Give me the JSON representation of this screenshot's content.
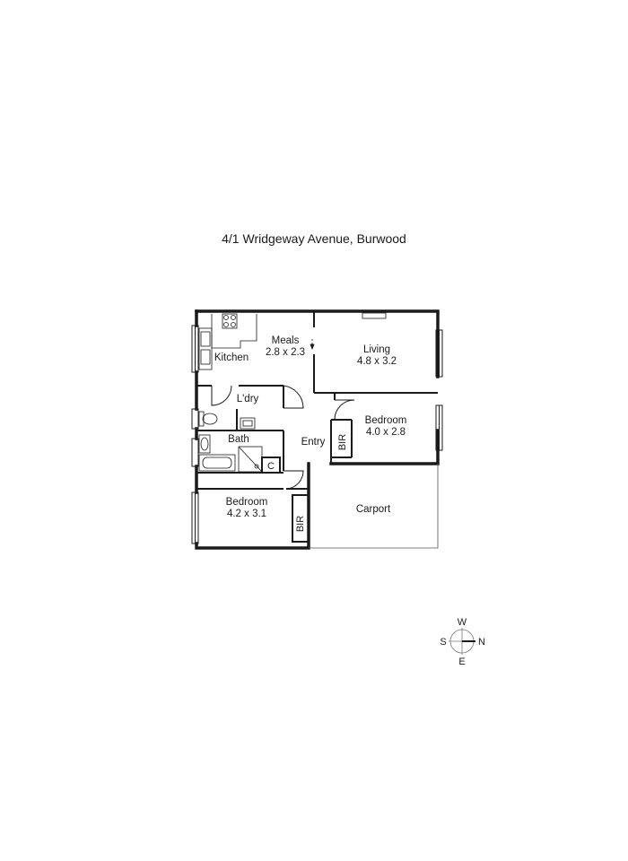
{
  "title": "4/1 Wridgeway Avenue, Burwood",
  "rooms": {
    "meals": {
      "name": "Meals",
      "size": "2.8 x 2.3"
    },
    "kitchen": {
      "name": "Kitchen"
    },
    "living": {
      "name": "Living",
      "size": "4.8 x 3.2"
    },
    "laundry": {
      "name": "L'dry"
    },
    "bedroom1": {
      "name": "Bedroom",
      "size": "4.0 x 2.8"
    },
    "bath": {
      "name": "Bath"
    },
    "entry": {
      "name": "Entry"
    },
    "bir1": {
      "name": "BIR"
    },
    "cupboard": {
      "name": "C"
    },
    "bedroom2": {
      "name": "Bedroom",
      "size": "4.2 x 3.1"
    },
    "bir2": {
      "name": "BIR"
    },
    "carport": {
      "name": "Carport"
    }
  },
  "compass": {
    "north": "N",
    "south": "S",
    "east": "E",
    "west": "W"
  }
}
